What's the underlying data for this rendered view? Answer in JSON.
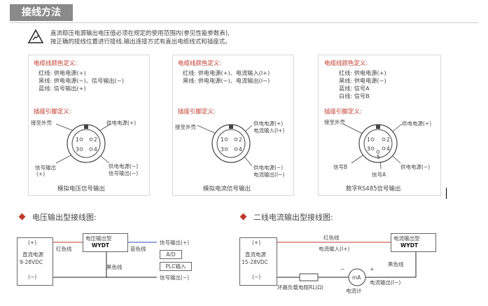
{
  "header": {
    "title": "接线方法"
  },
  "warning": {
    "line1": "直流稳压电源输出电压值必须在规定的使用范围内(参见性能参数表),",
    "line2": "按正确的接线位置进行接线,输出连接方式有直出电缆线式和插座式。"
  },
  "panels": [
    {
      "cable_title": "电缆线颜色定义:",
      "cable_lines": [
        "红线: 供电电源(+)",
        "黑线: 供电电源(−)、信号输出(−)",
        "蓝线: 信号输出(+)"
      ],
      "pin_title": "插座引脚定义:",
      "labels": {
        "shell": "接至外壳",
        "pwr_plus": "供电电源(+)",
        "sig_out": "信号输出",
        "sig_out_plus": "(+)",
        "pwr_minus": "供电电源(−)",
        "sig_minus": "信号输出(−)"
      },
      "pins": [
        "1",
        "2",
        "3",
        "4"
      ],
      "caption": "模拟电压信号输出"
    },
    {
      "cable_title": "电缆线颜色定义:",
      "cable_lines": [
        "红线: 供电电源(+)、电流输入(I+)",
        "黑线: 供电电源(−)、电流输出(I−)"
      ],
      "pin_title": "插座引脚定义:",
      "labels": {
        "shell": "接至外壳",
        "pwr_plus": "供电电源(+)",
        "cur_in": "电流输入(I+)",
        "pwr_minus": "供电电源(−)",
        "cur_out": "电流输出(I−)"
      },
      "pins": [
        "1",
        "2",
        "3",
        "4"
      ],
      "caption": "模拟电流信号输出"
    },
    {
      "cable_title": "电缆线颜色定义:",
      "cable_lines": [
        "红线: 供电电源(+)",
        "黑线: 供电电源(−)",
        "蓝线: 信号A",
        "白线: 信号B"
      ],
      "pin_title": "插座引脚定义:",
      "labels": {
        "shell": "接至外壳",
        "pwr_plus": "供电电源(+)",
        "sig_b": "信号B",
        "sig_a": "信号A",
        "pwr_minus": "供电电源(−)"
      },
      "pins": [
        "1",
        "2",
        "3",
        "4",
        "5"
      ],
      "caption": "数字RS485信号输出"
    }
  ],
  "voltage_diagram": {
    "title": "电压输出型接线图:",
    "plus": "(+)",
    "minus": "(−)",
    "supply_name": "直流电源",
    "supply_range": "9-28VDC",
    "red_wire": "红色线",
    "device_name": "电压输出型",
    "device_model": "WYDT",
    "blue_wire": "蓝色线",
    "black_wire": "黑色线",
    "sig_plus": "信号输出(+)",
    "sig_minus": "信号输出(−)",
    "ad": "A/D",
    "plc": "PLC输入"
  },
  "current_diagram": {
    "title": "二线电流输出型接线图:",
    "plus": "(+)",
    "minus": "(−)",
    "supply_name": "直流电源",
    "supply_range": "15-28VDC",
    "red_wire": "红色线",
    "cur_in": "电流输入(I+)",
    "device_name": "电流输出型",
    "device_model": "WYDT",
    "black_wire": "黑色线",
    "cur_out": "电流输出(I−)",
    "ma": "mA",
    "ammeter": "电流计",
    "plus_sign": "+",
    "minus_sign": "−",
    "resistor": "环路负载电阻RL(Ω)"
  }
}
